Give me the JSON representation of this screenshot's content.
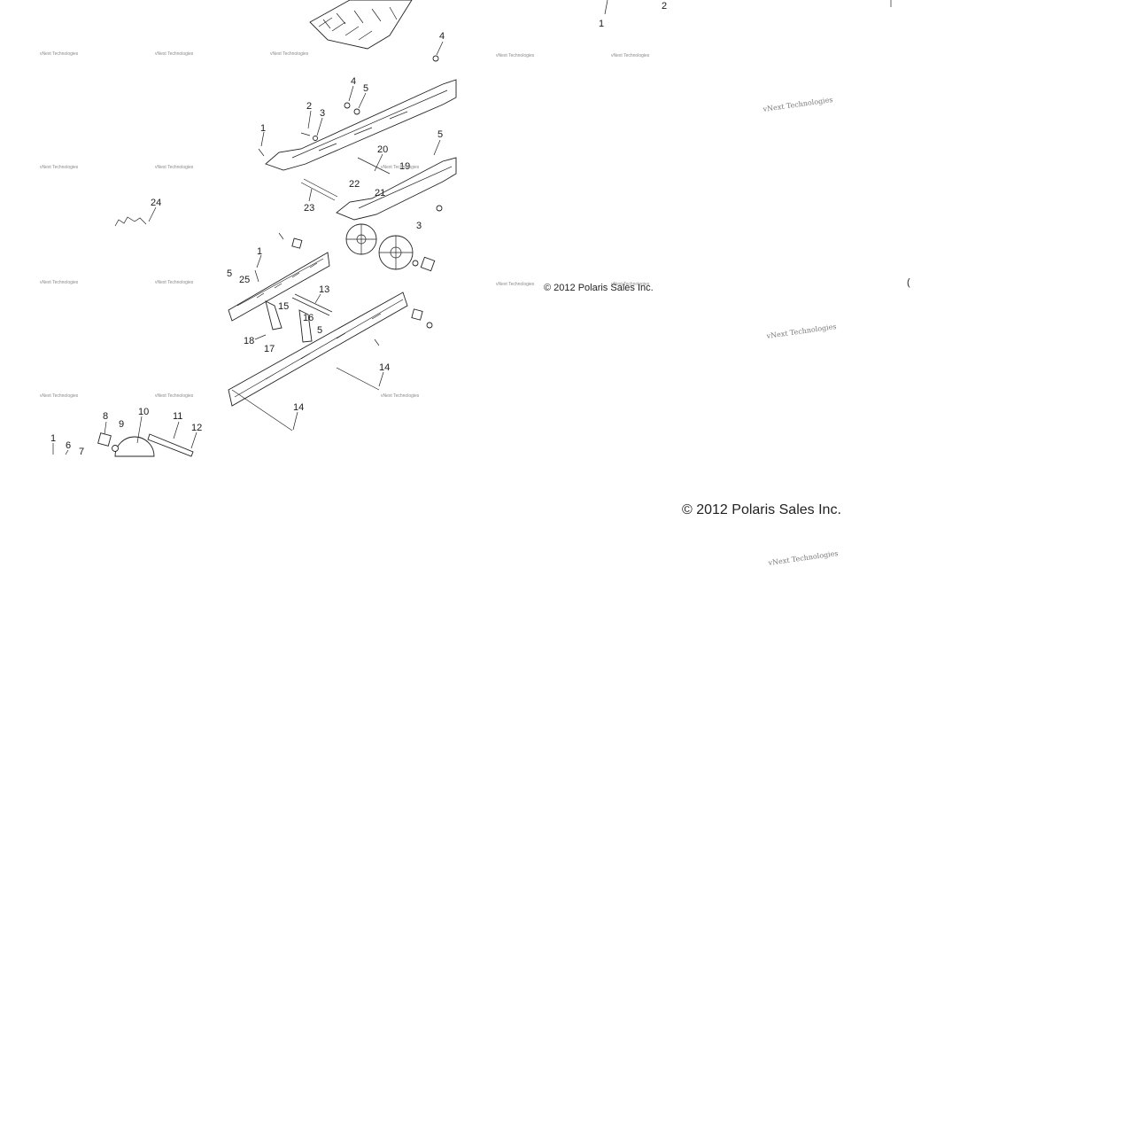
{
  "diagram": {
    "callouts_main": [
      "1",
      "2",
      "3",
      "4",
      "5",
      "4",
      "5",
      "20",
      "19",
      "22",
      "21",
      "23",
      "24",
      "1",
      "25",
      "5",
      "13",
      "15",
      "16",
      "18",
      "17",
      "5",
      "14",
      "14",
      "8",
      "9",
      "10",
      "11",
      "12",
      "1",
      "6",
      "7",
      "3"
    ],
    "callouts_top": [
      "1",
      "2"
    ],
    "watermark": "vNext Technologies",
    "copyright_small": "© 2012 Polaris Sales Inc.",
    "copyright_large": "© 2012 Polaris Sales Inc.",
    "colors": {
      "line": "#222222",
      "watermark": "#8a8a8a",
      "background": "#ffffff"
    }
  }
}
